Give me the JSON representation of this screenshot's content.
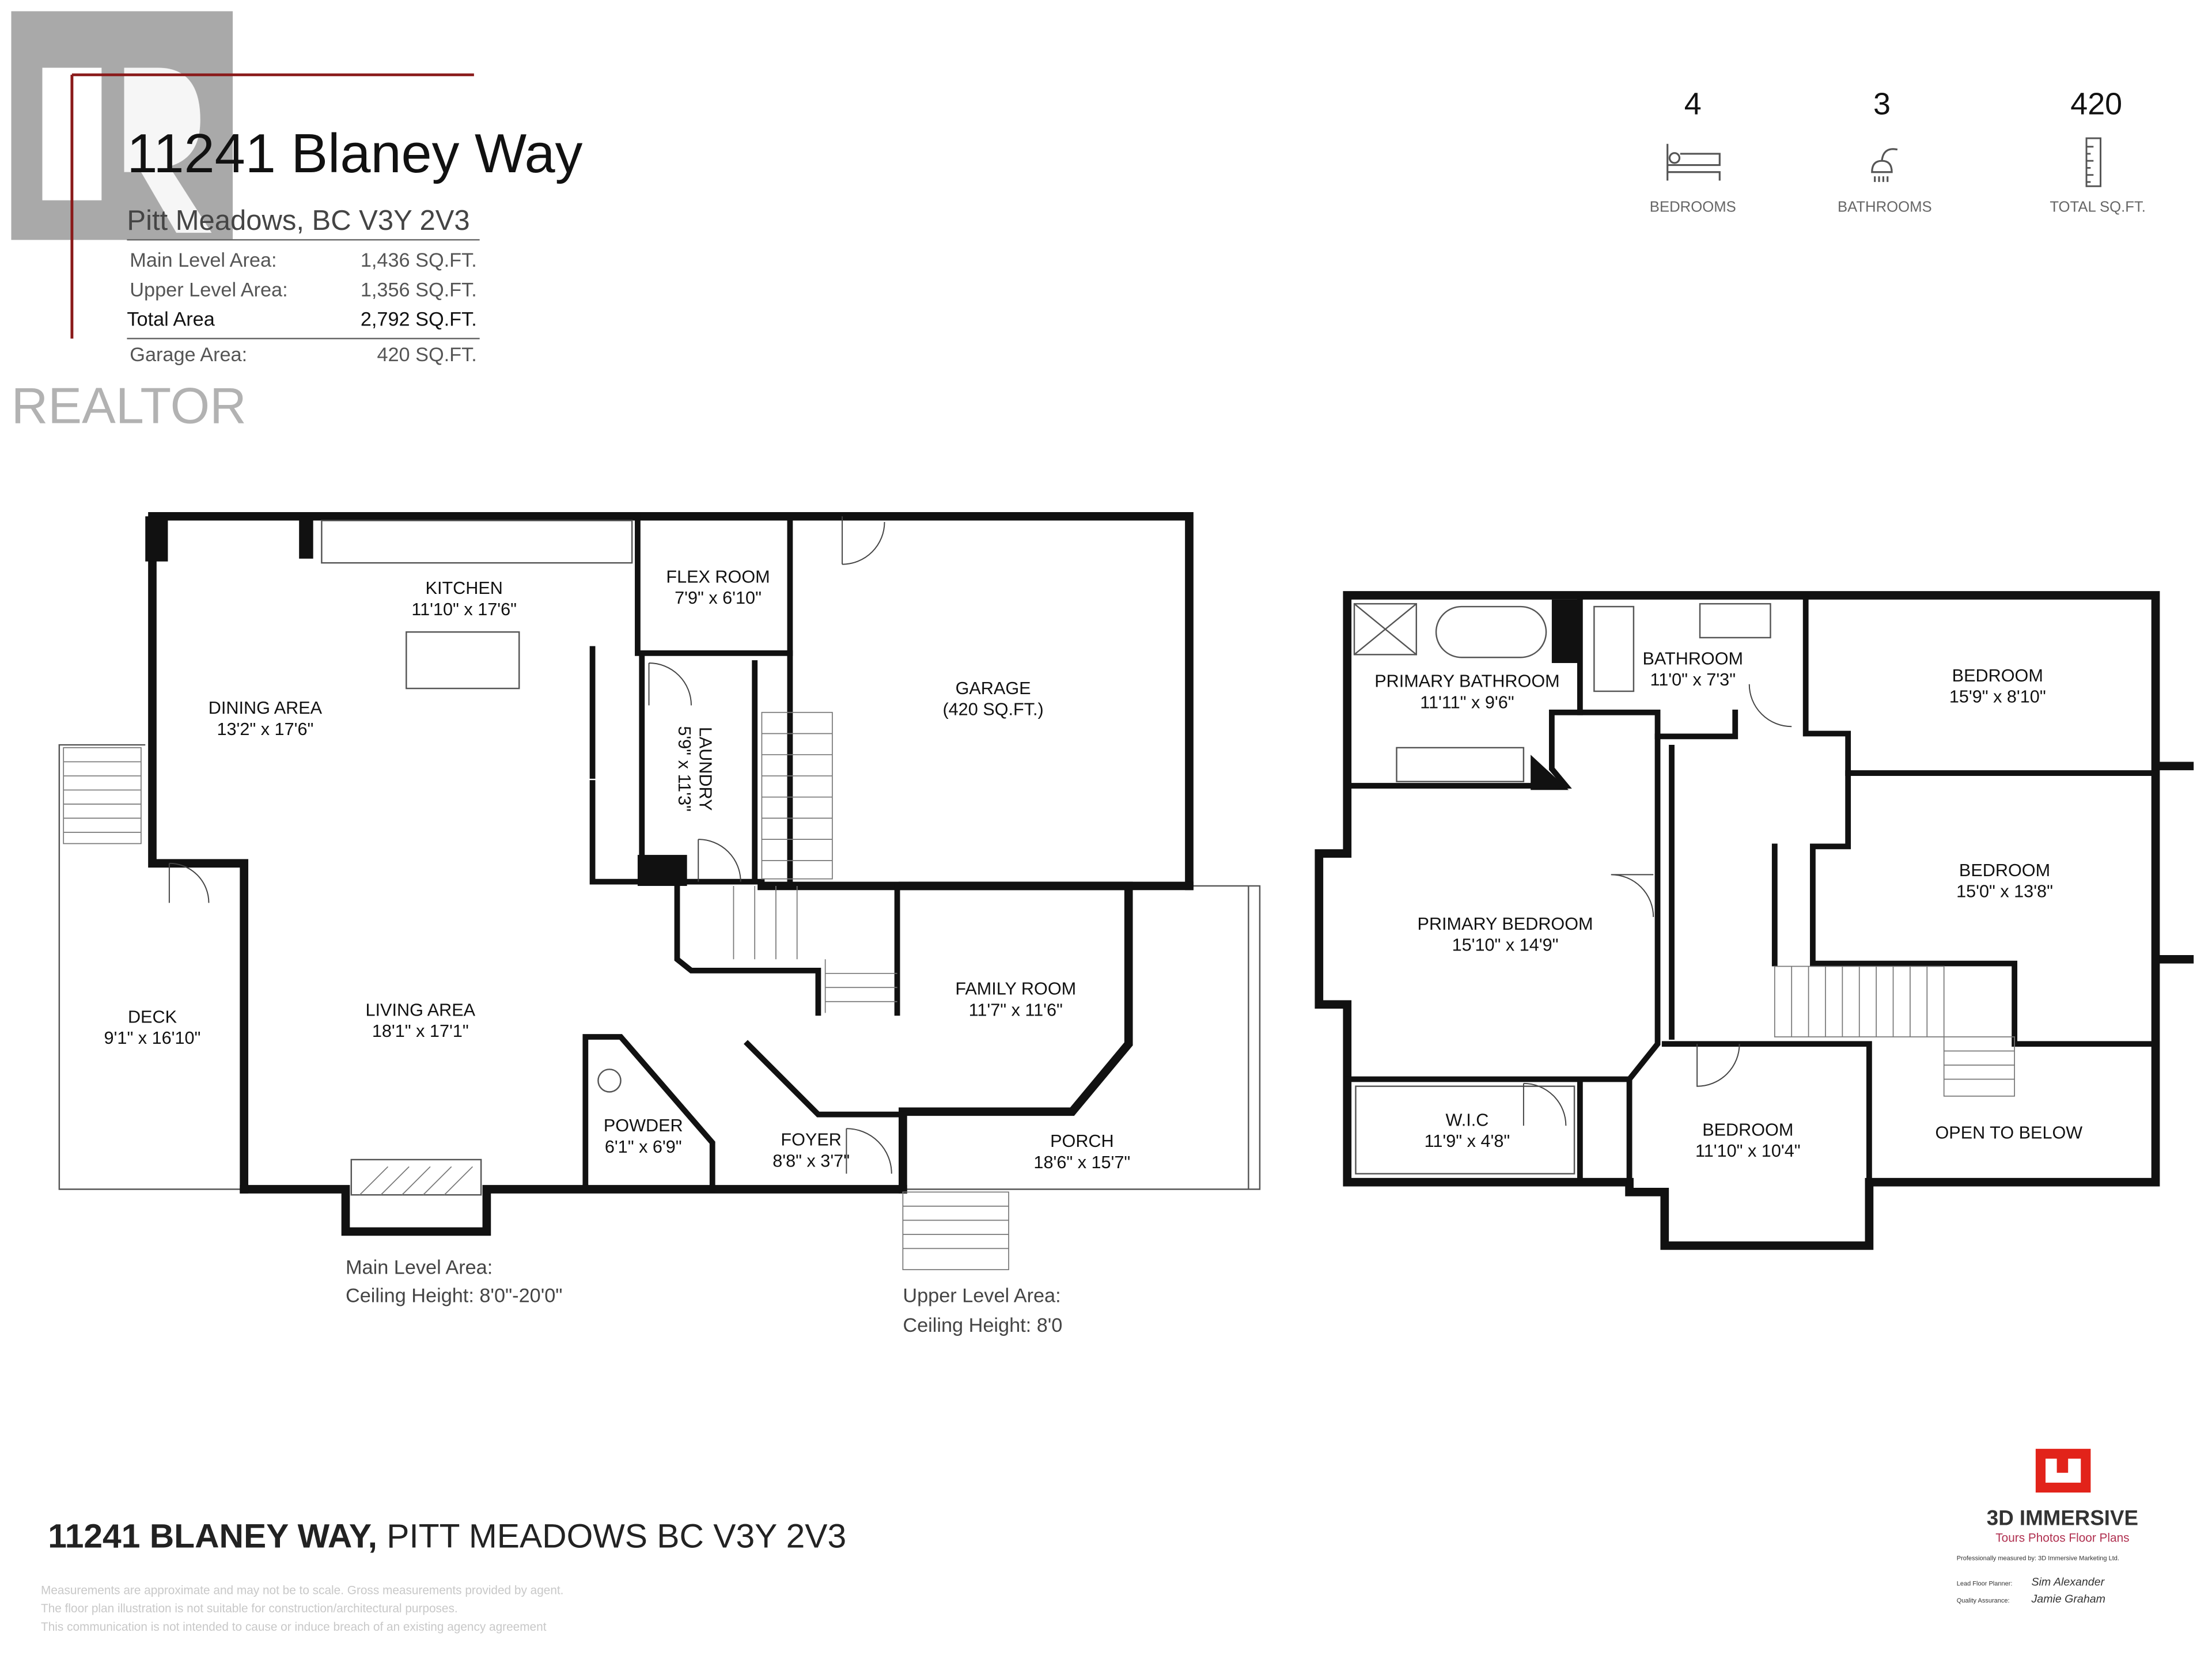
{
  "header": {
    "watermark": "REALTOR",
    "title": "11241 Blaney Way",
    "city": "Pitt Meadows, BC V3Y 2V3",
    "areas": [
      {
        "label": "Main Level Area:",
        "value": "1,436 SQ.FT."
      },
      {
        "label": "Upper Level Area:",
        "value": "1,356 SQ.FT."
      },
      {
        "label": "Total Area",
        "value": "2,792  SQ.FT."
      },
      {
        "label": "Garage Area:",
        "value": "420 SQ.FT."
      }
    ]
  },
  "stats": [
    {
      "value": "4",
      "label": "BEDROOMS",
      "icon": "bed-icon"
    },
    {
      "value": "3",
      "label": "BATHROOMS",
      "icon": "shower-icon"
    },
    {
      "value": "420",
      "label": "TOTAL SQ.FT.",
      "icon": "ruler-icon"
    }
  ],
  "main_level": {
    "rooms": [
      {
        "name": "KITCHEN",
        "dims": "11'10\" x 17'6\""
      },
      {
        "name": "FLEX ROOM",
        "dims": "7'9\" x 6'10\""
      },
      {
        "name": "GARAGE",
        "dims": "(420 SQ.FT.)"
      },
      {
        "name": "DINING AREA",
        "dims": "13'2\" x 17'6\""
      },
      {
        "name": "LAUNDRY",
        "dims": "5'9\" x 11'3\""
      },
      {
        "name": "DECK",
        "dims": "9'1\" x 16'10\""
      },
      {
        "name": "LIVING AREA",
        "dims": "18'1\" x 17'1\""
      },
      {
        "name": "FAMILY ROOM",
        "dims": "11'7\" x 11'6\""
      },
      {
        "name": "POWDER",
        "dims": "6'1\" x 6'9\""
      },
      {
        "name": "FOYER",
        "dims": "8'8\" x 3'7\""
      },
      {
        "name": "PORCH",
        "dims": "18'6\" x 15'7\""
      }
    ],
    "caption": "Main Level Area:",
    "ceiling": "Ceiling Height: 8'0\"-20'0\""
  },
  "upper_level": {
    "rooms": [
      {
        "name": "PRIMARY BATHROOM",
        "dims": "11'11\" x 9'6\""
      },
      {
        "name": "BATHROOM",
        "dims": "11'0\" x 7'3\""
      },
      {
        "name": "BEDROOM",
        "dims": "15'9\" x 8'10\""
      },
      {
        "name": "BEDROOM",
        "dims": "15'0\" x 13'8\""
      },
      {
        "name": "PRIMARY BEDROOM",
        "dims": "15'10\" x 14'9\""
      },
      {
        "name": "W.I.C",
        "dims": "11'9\" x 4'8\""
      },
      {
        "name": "BEDROOM",
        "dims": "11'10\" x 10'4\""
      },
      {
        "name": "OPEN TO BELOW"
      }
    ],
    "caption": "Upper Level Area:",
    "ceiling": "Ceiling Height: 8'0"
  },
  "footer": {
    "address_bold": "11241 BLANEY WAY,",
    "address_rest": " PITT MEADOWS BC V3Y 2V3",
    "disclaimer": [
      "Measurements are approximate and may not be to scale. Gross measurements provided by agent.",
      "The floor plan illustration is not suitable for construction/architectural purposes.",
      "This communication is not intended to cause or induce breach of an existing agency agreement"
    ]
  },
  "logo": {
    "name": "3D IMMERSIVE",
    "tagline": "Tours  Photos  Floor Plans",
    "measured_by": "Professionally measured by: 3D Immersive Marketing Ltd.",
    "lead_label": "Lead Floor Planner:",
    "lead_signature": "Sim Alexander",
    "qa_label": "Quality Assurance:",
    "qa_signature": "Jamie Graham"
  },
  "colors": {
    "accent_red": "#e2231a",
    "watermark_gray": "#9a9a9a",
    "wall": "#111111"
  }
}
